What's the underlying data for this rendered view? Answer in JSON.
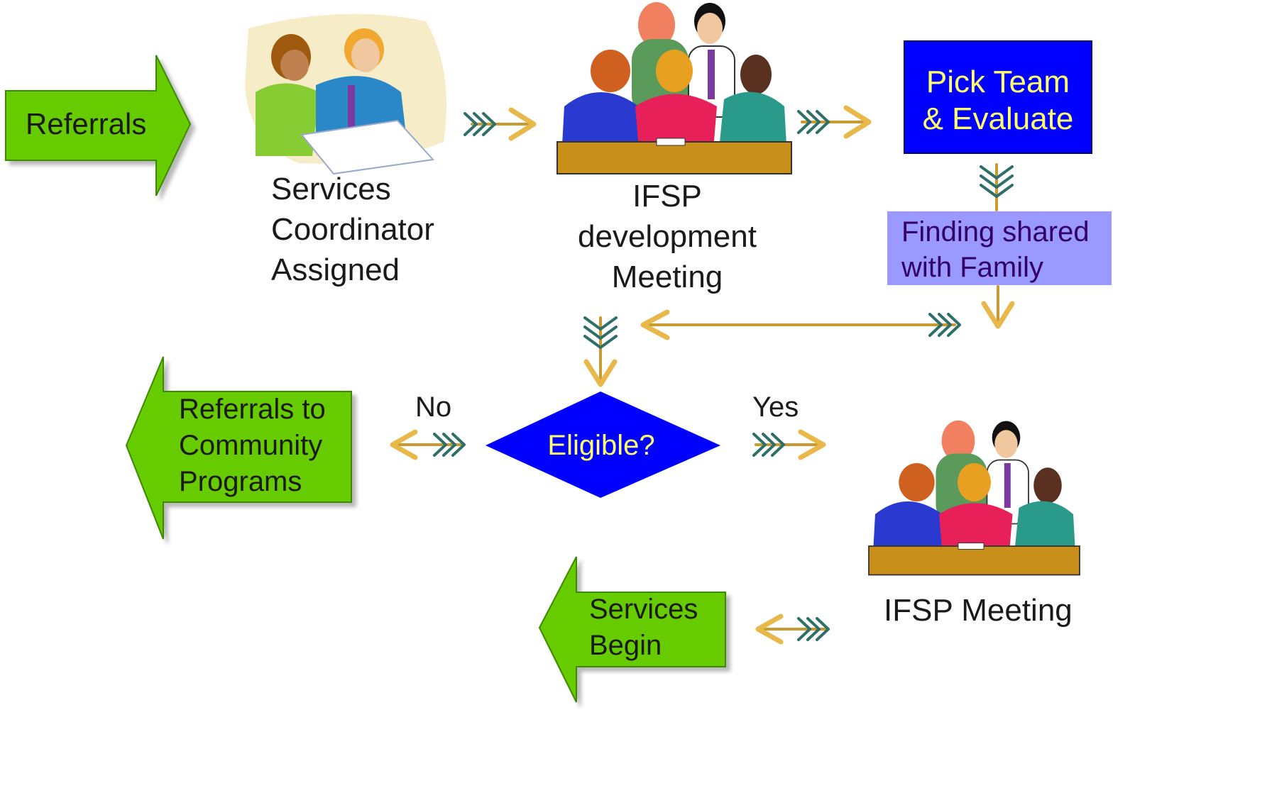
{
  "diagram": {
    "title": "",
    "nodes": {
      "referrals": "Referrals",
      "services_coordinator": "Services\nCoordinator\nAssigned",
      "ifsp_development": "IFSP development\nMeeting",
      "pick_team": "Pick Team\n& Evaluate",
      "finding_shared": "Finding shared\nwith Family",
      "eligible": "Eligible?",
      "referrals_community": "Referrals to\nCommunity\nPrograms",
      "ifsp_meeting": "IFSP Meeting",
      "services_begin": "Services\nBegin"
    },
    "edge_labels": {
      "no": "No",
      "yes": "Yes"
    },
    "edges": [
      {
        "from": "referrals",
        "to": "services_coordinator"
      },
      {
        "from": "services_coordinator",
        "to": "ifsp_development"
      },
      {
        "from": "ifsp_development",
        "to": "pick_team"
      },
      {
        "from": "pick_team",
        "to": "finding_shared"
      },
      {
        "from": "finding_shared",
        "to": "eligible"
      },
      {
        "from": "eligible",
        "to": "referrals_community",
        "label": "No"
      },
      {
        "from": "eligible",
        "to": "ifsp_meeting",
        "label": "Yes"
      },
      {
        "from": "ifsp_meeting",
        "to": "services_begin"
      }
    ],
    "colors": {
      "green_arrow": "#66cc00",
      "blue_box": "#0000ff",
      "yellow_text": "#ffff66",
      "lavender_box": "#9999ff",
      "dark_purple_text": "#330066",
      "connector_arrow": "#e8b84a",
      "fletching": "#2f6f6a"
    }
  }
}
